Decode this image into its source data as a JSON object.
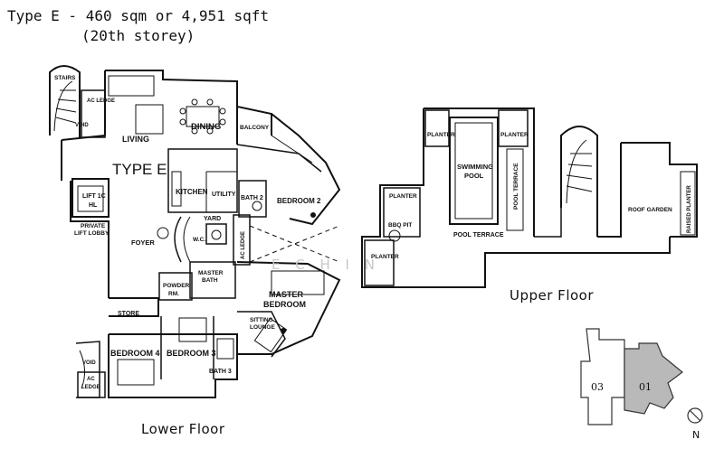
{
  "title": "Type E - 460 sqm or 4,951 sqft",
  "subtitle": "(20th storey)",
  "lower_floor": {
    "caption": "Lower Floor",
    "unit_label": "TYPE E",
    "rooms": {
      "stairs": "STAIRS",
      "ac_ledge_top": "AC LEDGE",
      "void_top": "VOID",
      "living": "LIVING",
      "dining": "DINING",
      "balcony": "BALCONY",
      "kitchen": "KITCHEN",
      "utility": "UTILITY",
      "bath2": "BATH 2",
      "bedroom2": "BEDROOM 2",
      "lift": "LIFT 1C",
      "lift_hl": "HL",
      "private_lift_lobby_1": "PRIVATE",
      "private_lift_lobby_2": "LIFT LOBBY",
      "yard": "YARD",
      "foyer": "FOYER",
      "wc": "W.C.",
      "ac_ledge_mid": "AC LEDGE",
      "master_bath_1": "MASTER",
      "master_bath_2": "BATH",
      "powder_1": "POWDER",
      "powder_2": "RM.",
      "master_bedroom_1": "MASTER",
      "master_bedroom_2": "BEDROOM",
      "store": "STORE",
      "sitting_lounge_1": "SITTING",
      "sitting_lounge_2": "LOUNGE",
      "bedroom4": "BEDROOM 4",
      "bedroom3": "BEDROOM 3",
      "bath3": "BATH 3",
      "void_bottom": "VOID",
      "ac_ledge_bottom_1": "AC",
      "ac_ledge_bottom_2": "LEDGE"
    }
  },
  "upper_floor": {
    "caption": "Upper Floor",
    "rooms": {
      "planter_tl": "PLANTER",
      "planter_tr": "PLANTER",
      "swimming_pool_1": "SWIMMING",
      "swimming_pool_2": "POOL",
      "pool_terrace_v": "POOL TERRACE",
      "planter_left": "PLANTER",
      "bbq_pit": "BBQ PIT",
      "pool_terrace": "POOL TERRACE",
      "planter_bl": "PLANTER",
      "roof_garden": "ROOF GARDEN",
      "raised_planter": "RAISED PLANTER"
    }
  },
  "key_plan": {
    "block_03": "03",
    "block_01": "01",
    "north": "N",
    "highlight_color": "#b9b9b9"
  },
  "watermark": "E C H I N"
}
